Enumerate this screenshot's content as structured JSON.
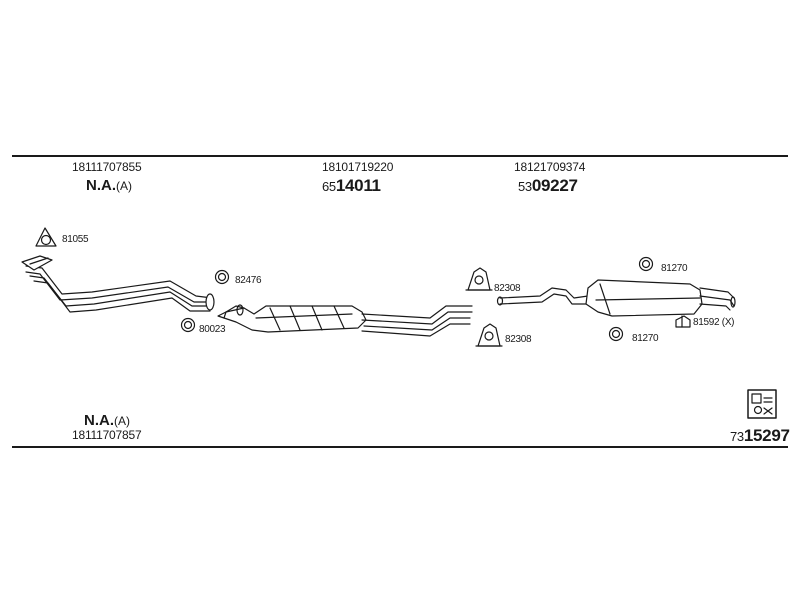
{
  "header": {
    "col1": {
      "part_number": "18111707855",
      "label": "N.A.",
      "label_suffix": "(A)"
    },
    "col2": {
      "part_number": "18101719220",
      "code_prefix": "65",
      "code_main": "14011"
    },
    "col3": {
      "part_number": "18121709374",
      "code_prefix": "53",
      "code_main": "09227"
    }
  },
  "callouts": {
    "c81055": "81055",
    "c82476": "82476",
    "c80023": "80023",
    "c82308a": "82308",
    "c82308b": "82308",
    "c81270a": "81270",
    "c81270b": "81270",
    "c81592": "81592 (X)"
  },
  "footer": {
    "label": "N.A.",
    "label_suffix": "(A)",
    "part_number": "18111707857",
    "code_prefix": "73",
    "code_main": "15297"
  }
}
